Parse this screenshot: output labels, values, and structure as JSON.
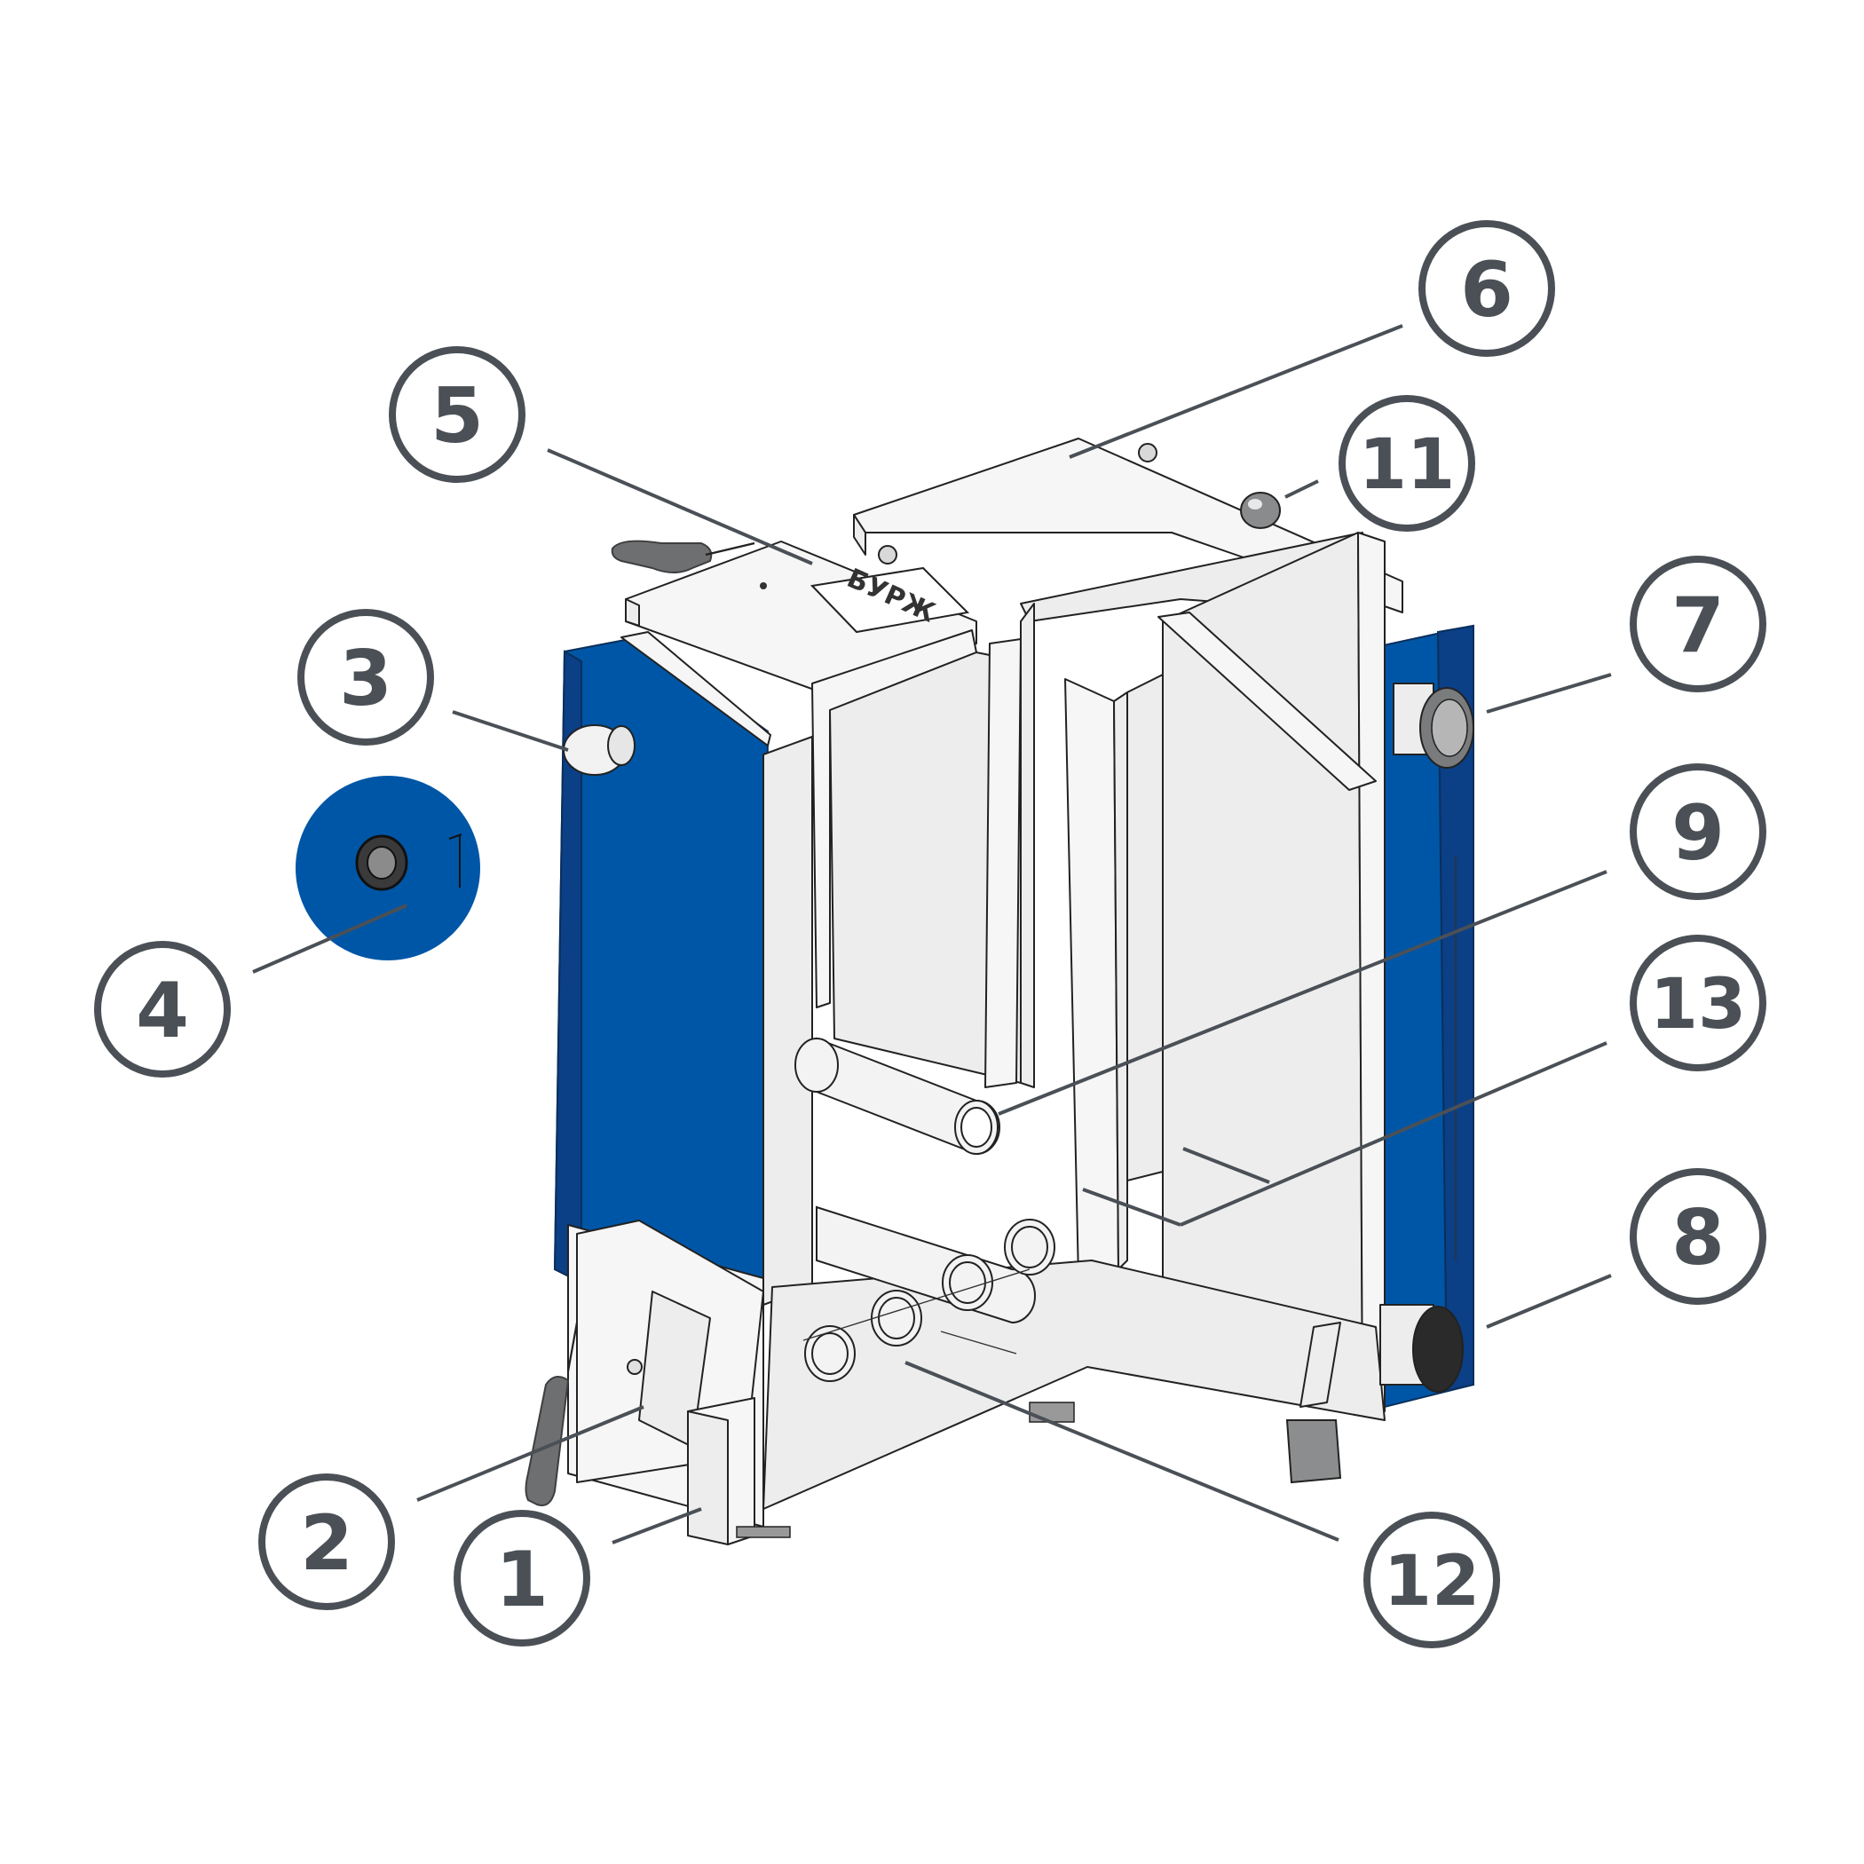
{
  "brand_plate": "БУРЖ",
  "callouts": [
    {
      "id": "c1",
      "label": "1"
    },
    {
      "id": "c2",
      "label": "2"
    },
    {
      "id": "c3",
      "label": "3"
    },
    {
      "id": "c4",
      "label": "4"
    },
    {
      "id": "c5",
      "label": "5"
    },
    {
      "id": "c6",
      "label": "6"
    },
    {
      "id": "c7",
      "label": "7"
    },
    {
      "id": "c8",
      "label": "8"
    },
    {
      "id": "c9",
      "label": "9"
    },
    {
      "id": "c11",
      "label": "11"
    },
    {
      "id": "c12",
      "label": "12"
    },
    {
      "id": "c13",
      "label": "13"
    }
  ],
  "colors": {
    "body_blue": "#0056a6",
    "panel_grey": "#ededed",
    "callout_grey": "#4a5056",
    "handle_grey": "#6e6f70"
  }
}
